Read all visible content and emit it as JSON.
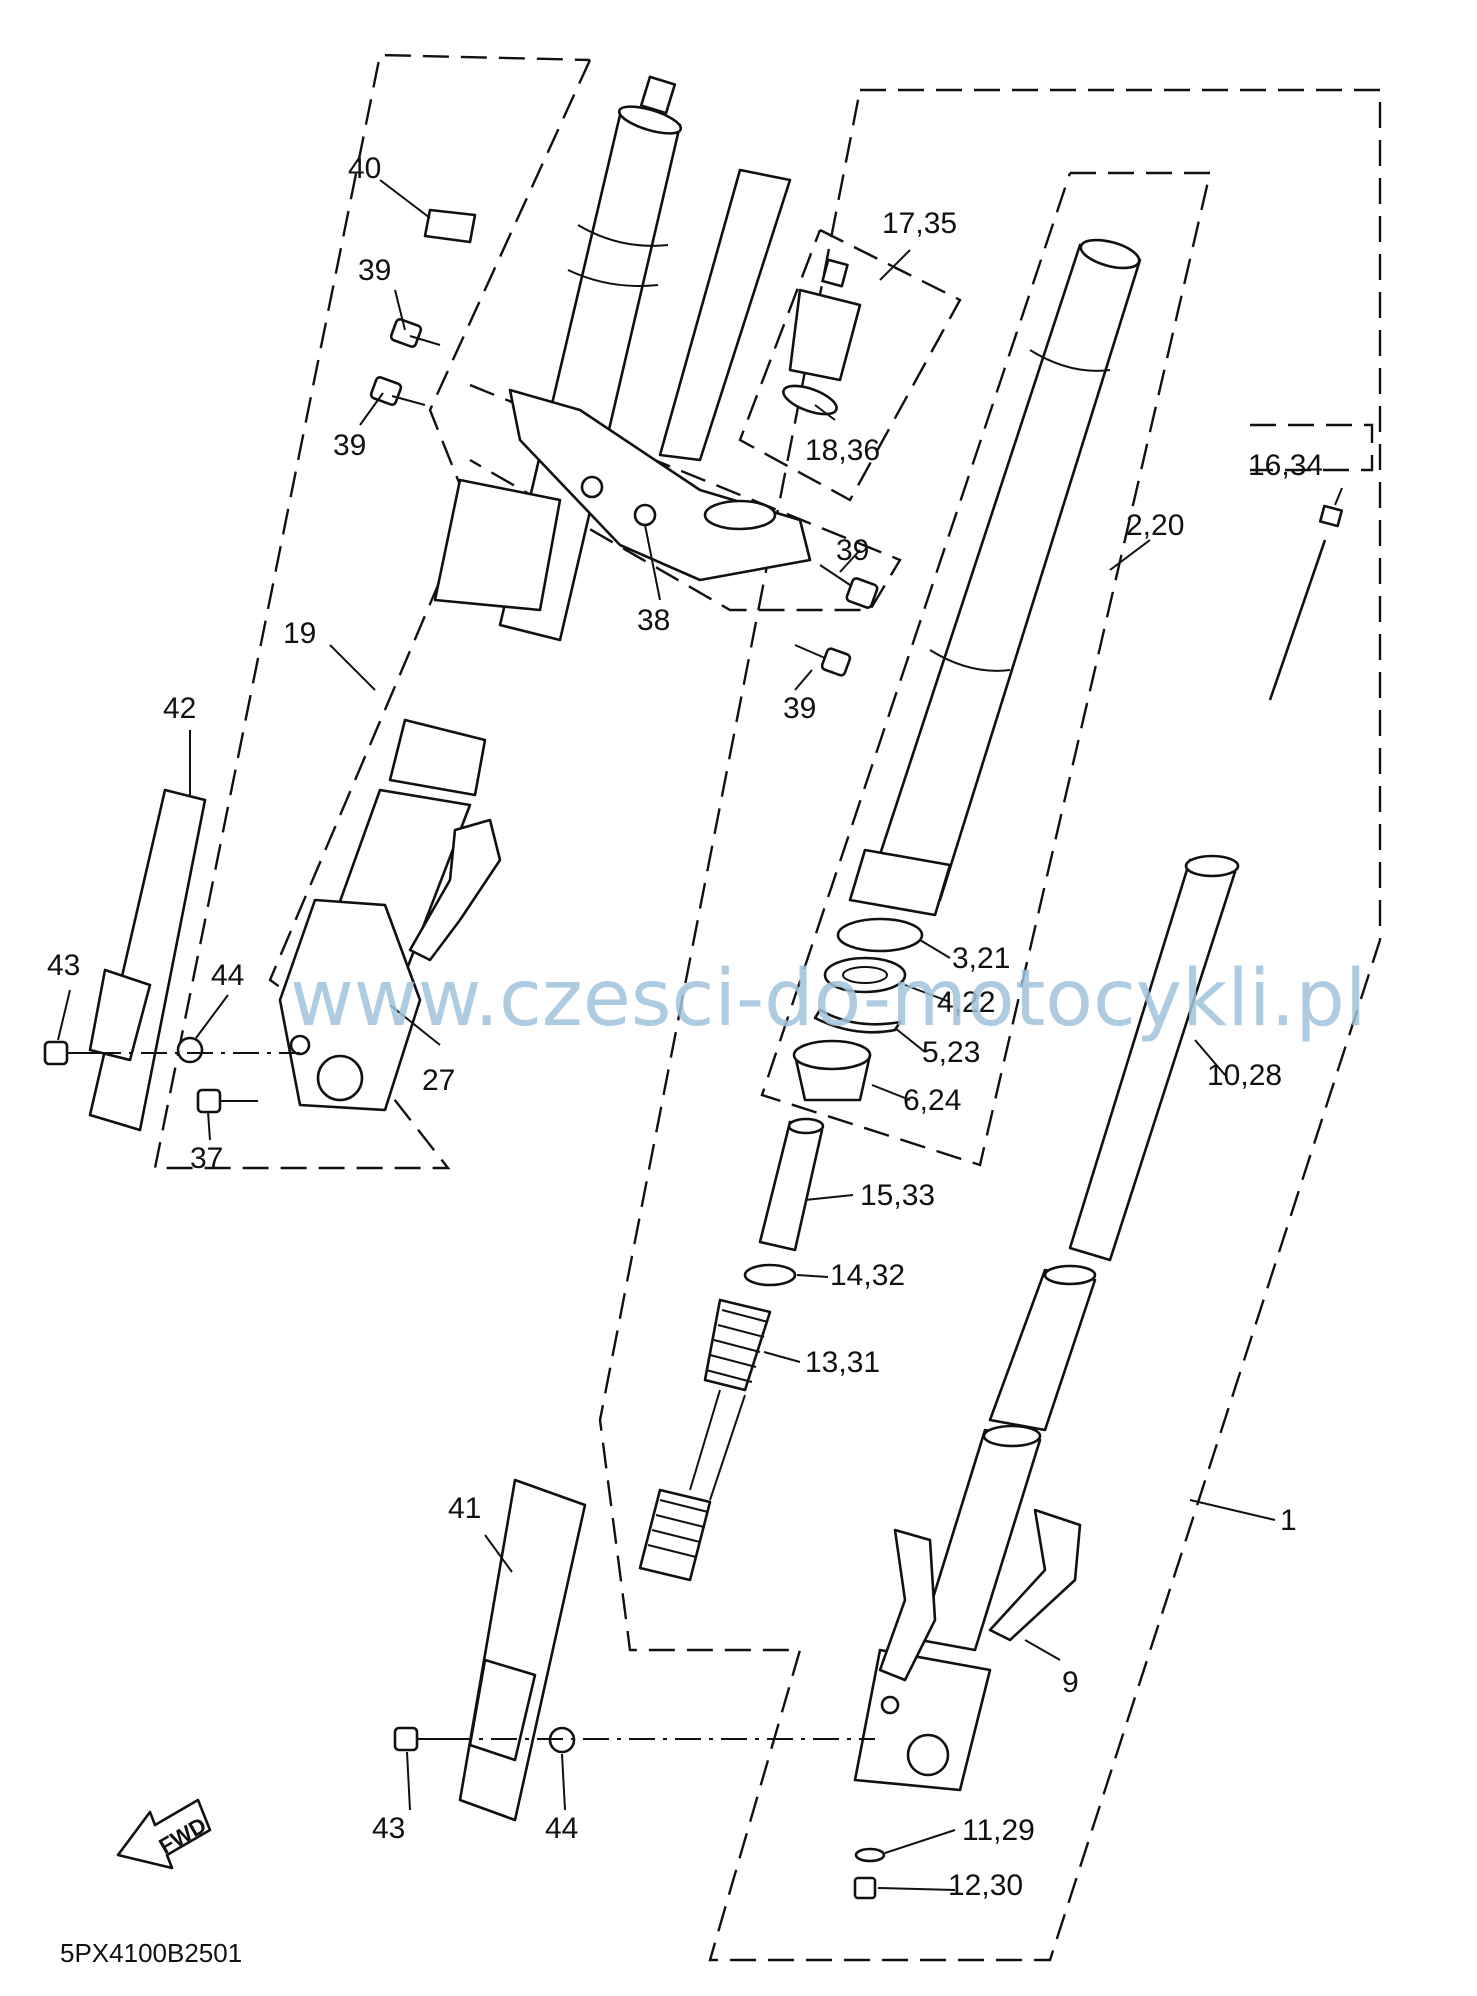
{
  "diagram": {
    "code": "5PX4100B2501",
    "watermark": "www.czesci-do-motocykli.pl",
    "fwd_label": "FWD",
    "labels": {
      "p40": "40",
      "p39a": "39",
      "p39b": "39",
      "p39c": "39",
      "p39d": "39",
      "p38": "38",
      "p19": "19",
      "p42": "42",
      "p43a": "43",
      "p44a": "44",
      "p37": "37",
      "p27": "27",
      "p17_35": "17,35",
      "p18_36": "18,36",
      "p2_20": "2,20",
      "p16_34": "16,34",
      "p3_21": "3,21",
      "p4_22": "4,22",
      "p5_23": "5,23",
      "p6_24": "6,24",
      "p10_28": "10,28",
      "p15_33": "15,33",
      "p14_32": "14,32",
      "p13_31": "13,31",
      "p41": "41",
      "p1": "1",
      "p9": "9",
      "p43b": "43",
      "p44b": "44",
      "p11_29": "11,29",
      "p12_30": "12,30"
    }
  }
}
